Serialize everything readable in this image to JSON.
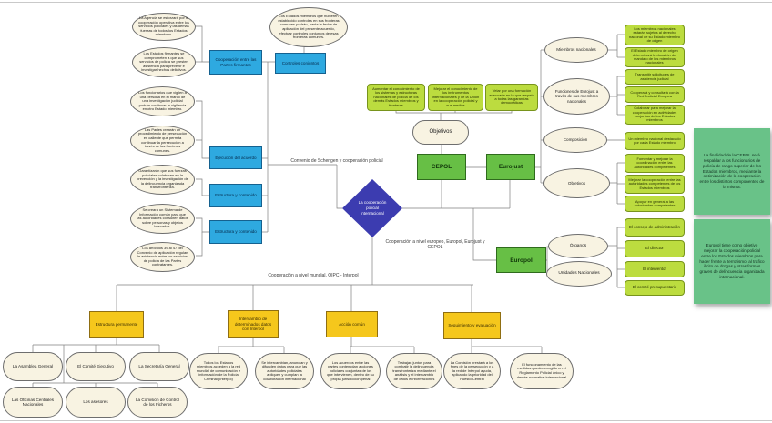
{
  "diamond": {
    "text": "La cooperación policial internacional"
  },
  "labels": {
    "schengen": "Convenio de Schengen y cooperación policial",
    "europe": "Cooperación a nivel europeo, Europol, Eurojust y CEPOL",
    "world": "Cooperación a nivel mundial, OIPC - Interpol"
  },
  "schengen": {
    "boxes": {
      "cooperacion": "Cooperación entre las Partes firmantes",
      "controles": "Controles conjuntos",
      "ejecucion": "Ejecución del acuerdo",
      "estructura1": "Estructura y contenido",
      "estructura2": "Estructura y contenido"
    },
    "top_ellipse": "Los Estados miembros que hubieren establecido controles en sus fronteras comunes podrán, hasta la fecha de aplicación del presente acuerdo, efectuar controles conjuntos de esas fronteras comunes.",
    "ellipses": [
      "La Agencia se esforzará por la cooperación operativa entre los servicios policiales y las demás fuerzas de todos los Estados miembros.",
      "Los Estados firmantes se comprometen a que sus servicios de policía se presten asistencia para prevenir e investigar hechos delictivos.",
      "Los funcionarios que vigilen a una persona en el marco de una investigación judicial podrán continuar la vigilancia en otro Estado miembro.",
      "Las Partes crearán un procedimiento de persecución en caliente que permita continuar la persecución a través de las fronteras comunes.",
      "Garantizarán que sus fuerzas policiales colaboren en la prevención y la investigación de la delincuencia organizada transfronteriza.",
      "Se creará un Sistema de Información común para que las autoridades consulten datos sobre personas y objetos buscados.",
      "Los artículos 39 al 47 del Convenio de aplicación regulan la asistencia entre los servicios de policía de las Partes contratantes."
    ]
  },
  "cepol": {
    "box": "CEPOL",
    "objetivos_label": "Objetivos",
    "objetivos": [
      "Aumentar el conocimiento de los sistemas y estructuras nacionales de policía de los demás Estados miembros y fronteras",
      "Mejorar el conocimiento de los instrumentos internacionales y de la Unión en la cooperación policial y sus medios",
      "Velar por una formación adecuada en lo que respeta a todas las garantías democráticas"
    ]
  },
  "eurojust": {
    "box": "Eurojust",
    "ellipses": [
      "Miembros nacionales",
      "Funciones de Eurojust a través de sus miembros nacionales",
      "Composición",
      "Objetivos"
    ],
    "details": [
      "Los miembros nacionales estarán sujetos al derecho nacional de su Estado miembro de origen",
      "El Estado miembro de origen determinará la duración del mandato de los miembros nacionales",
      "Transmitir solicitudes de asistencia judicial",
      "Cooperará y consultará con la Red Judicial Europea",
      "Colaborar para mejorar la cooperación en actividades conjuntas de los Estados miembros",
      "Un miembro nacional destacado por cada Estado miembro",
      "Fomentar y mejorar la coordinación entre las autoridades competentes",
      "Mejorar la cooperación entre las autoridades competentes de los Estados miembros",
      "Apoyar en general a las autoridades competentes"
    ]
  },
  "europol": {
    "box": "Europol",
    "ellipses": [
      "Órganos",
      "Unidades Nacionales"
    ],
    "organos": [
      "El consejo de administración",
      "El director",
      "El interventor",
      "El comité presupuestario"
    ]
  },
  "interpol": {
    "boxes": [
      "Estructura permanente",
      "Intercambio de determinados datos con Interpol",
      "Acción común",
      "Seguimiento y evaluación"
    ],
    "estructura": [
      "La Asamblea General",
      "El Comité Ejecutivo",
      "La Secretaría General",
      "Las Oficinas Centrales Nacionales",
      "Los asesores",
      "La Comisión de Control de los Ficheros"
    ],
    "detalles": [
      "Todos los Estados miembros acceden a la red mundial de comunicación e información de la Policía Criminal (Interpol)",
      "Se intercambian, anuncian y difunden datos para que las autoridades policiales apliquen y cumplan la colaboración internacional",
      "Los acuerdos entre las partes contemplan acciones policiales conjuntas de los que intervienen, dentro de su propia jurisdicción penal",
      "Trabajan juntos para combatir la delincuencia transfronteriza mediante el análisis y el intercambio de datos e informaciones",
      "La Comisión prestará a los fines de la persecución y a la red de Interpol ayuda, aplicando la prioridad del Puesto Central",
      "El funcionamiento de las medidas queda recogido en el Reglamento Policial único y demás normativa internacional"
    ]
  },
  "notes": {
    "cepol": "La finalidad de la CEPOL será respaldar a los funcionarios de policía de rango superior de los Estados miembros, mediante la optimización de la cooperación entre los distintos componentes de la misma.",
    "europol": "Europol tiene como objetivo mejorar la cooperación policial entre los Estados miembros para hacer frente al terrorismo, al tráfico ilícito de drogas y otras formas graves de delincuencia organizada internacional."
  }
}
